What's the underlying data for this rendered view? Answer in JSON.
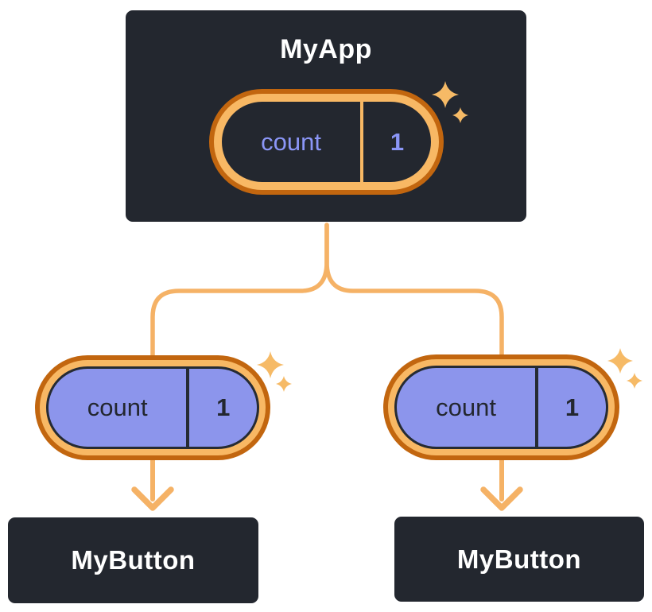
{
  "diagram": {
    "root": {
      "title": "MyApp",
      "state": {
        "name": "count",
        "value": "1"
      }
    },
    "children": [
      {
        "title": "MyButton",
        "state": {
          "name": "count",
          "value": "1"
        }
      },
      {
        "title": "MyButton",
        "state": {
          "name": "count",
          "value": "1"
        }
      }
    ]
  },
  "icons": {
    "sparkle_icon": "✦"
  },
  "colors": {
    "card_background": "#23272f",
    "card_border": "#ffffff",
    "title_text": "#ffffff",
    "state_text_purple": "#8b96f7",
    "pill_fill_purple": "#8c95ec",
    "pill_text_dark": "#23272f",
    "ring_dark_orange": "#c2660f",
    "ring_light_gold": "#f8b864",
    "connector_gold": "#f5b266"
  }
}
